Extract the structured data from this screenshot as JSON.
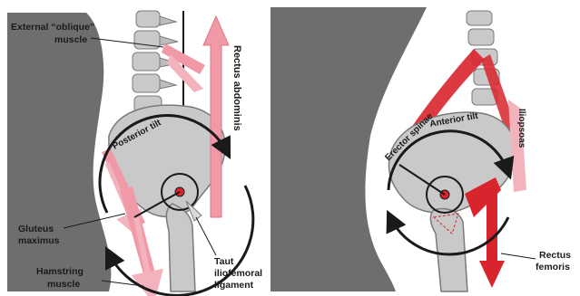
{
  "panels": {
    "left": {
      "labels": {
        "external_oblique_line1": "External “oblique”",
        "external_oblique_line2": "muscle",
        "rectus_abdominis": "Rectus abdominis",
        "posterior_tilt": "Posterior tilt",
        "gluteus_line1": "Gluteus",
        "gluteus_line2": "maximus",
        "hamstring_line1": "Hamstring",
        "hamstring_line2": "muscle",
        "taut_line1": "Taut",
        "taut_line2": "iliofemoral",
        "taut_line3": "ligament"
      }
    },
    "right": {
      "labels": {
        "erector_spinae": "Erector spinae",
        "anterior_tilt": "Anterior tilt",
        "iliopsoas": "Iliopsoas",
        "rectus_line1": "Rectus",
        "rectus_line2": "femoris"
      }
    }
  },
  "colors": {
    "background_grey": "#6e6e6e",
    "body_silhouette": "#ffffff",
    "bone": "#c9c9c9",
    "bone_outline": "#7a7a7a",
    "muscle_pink": "#ef9aa6",
    "muscle_red": "#d8242c",
    "arrow_dark": "#1a1a1a"
  }
}
